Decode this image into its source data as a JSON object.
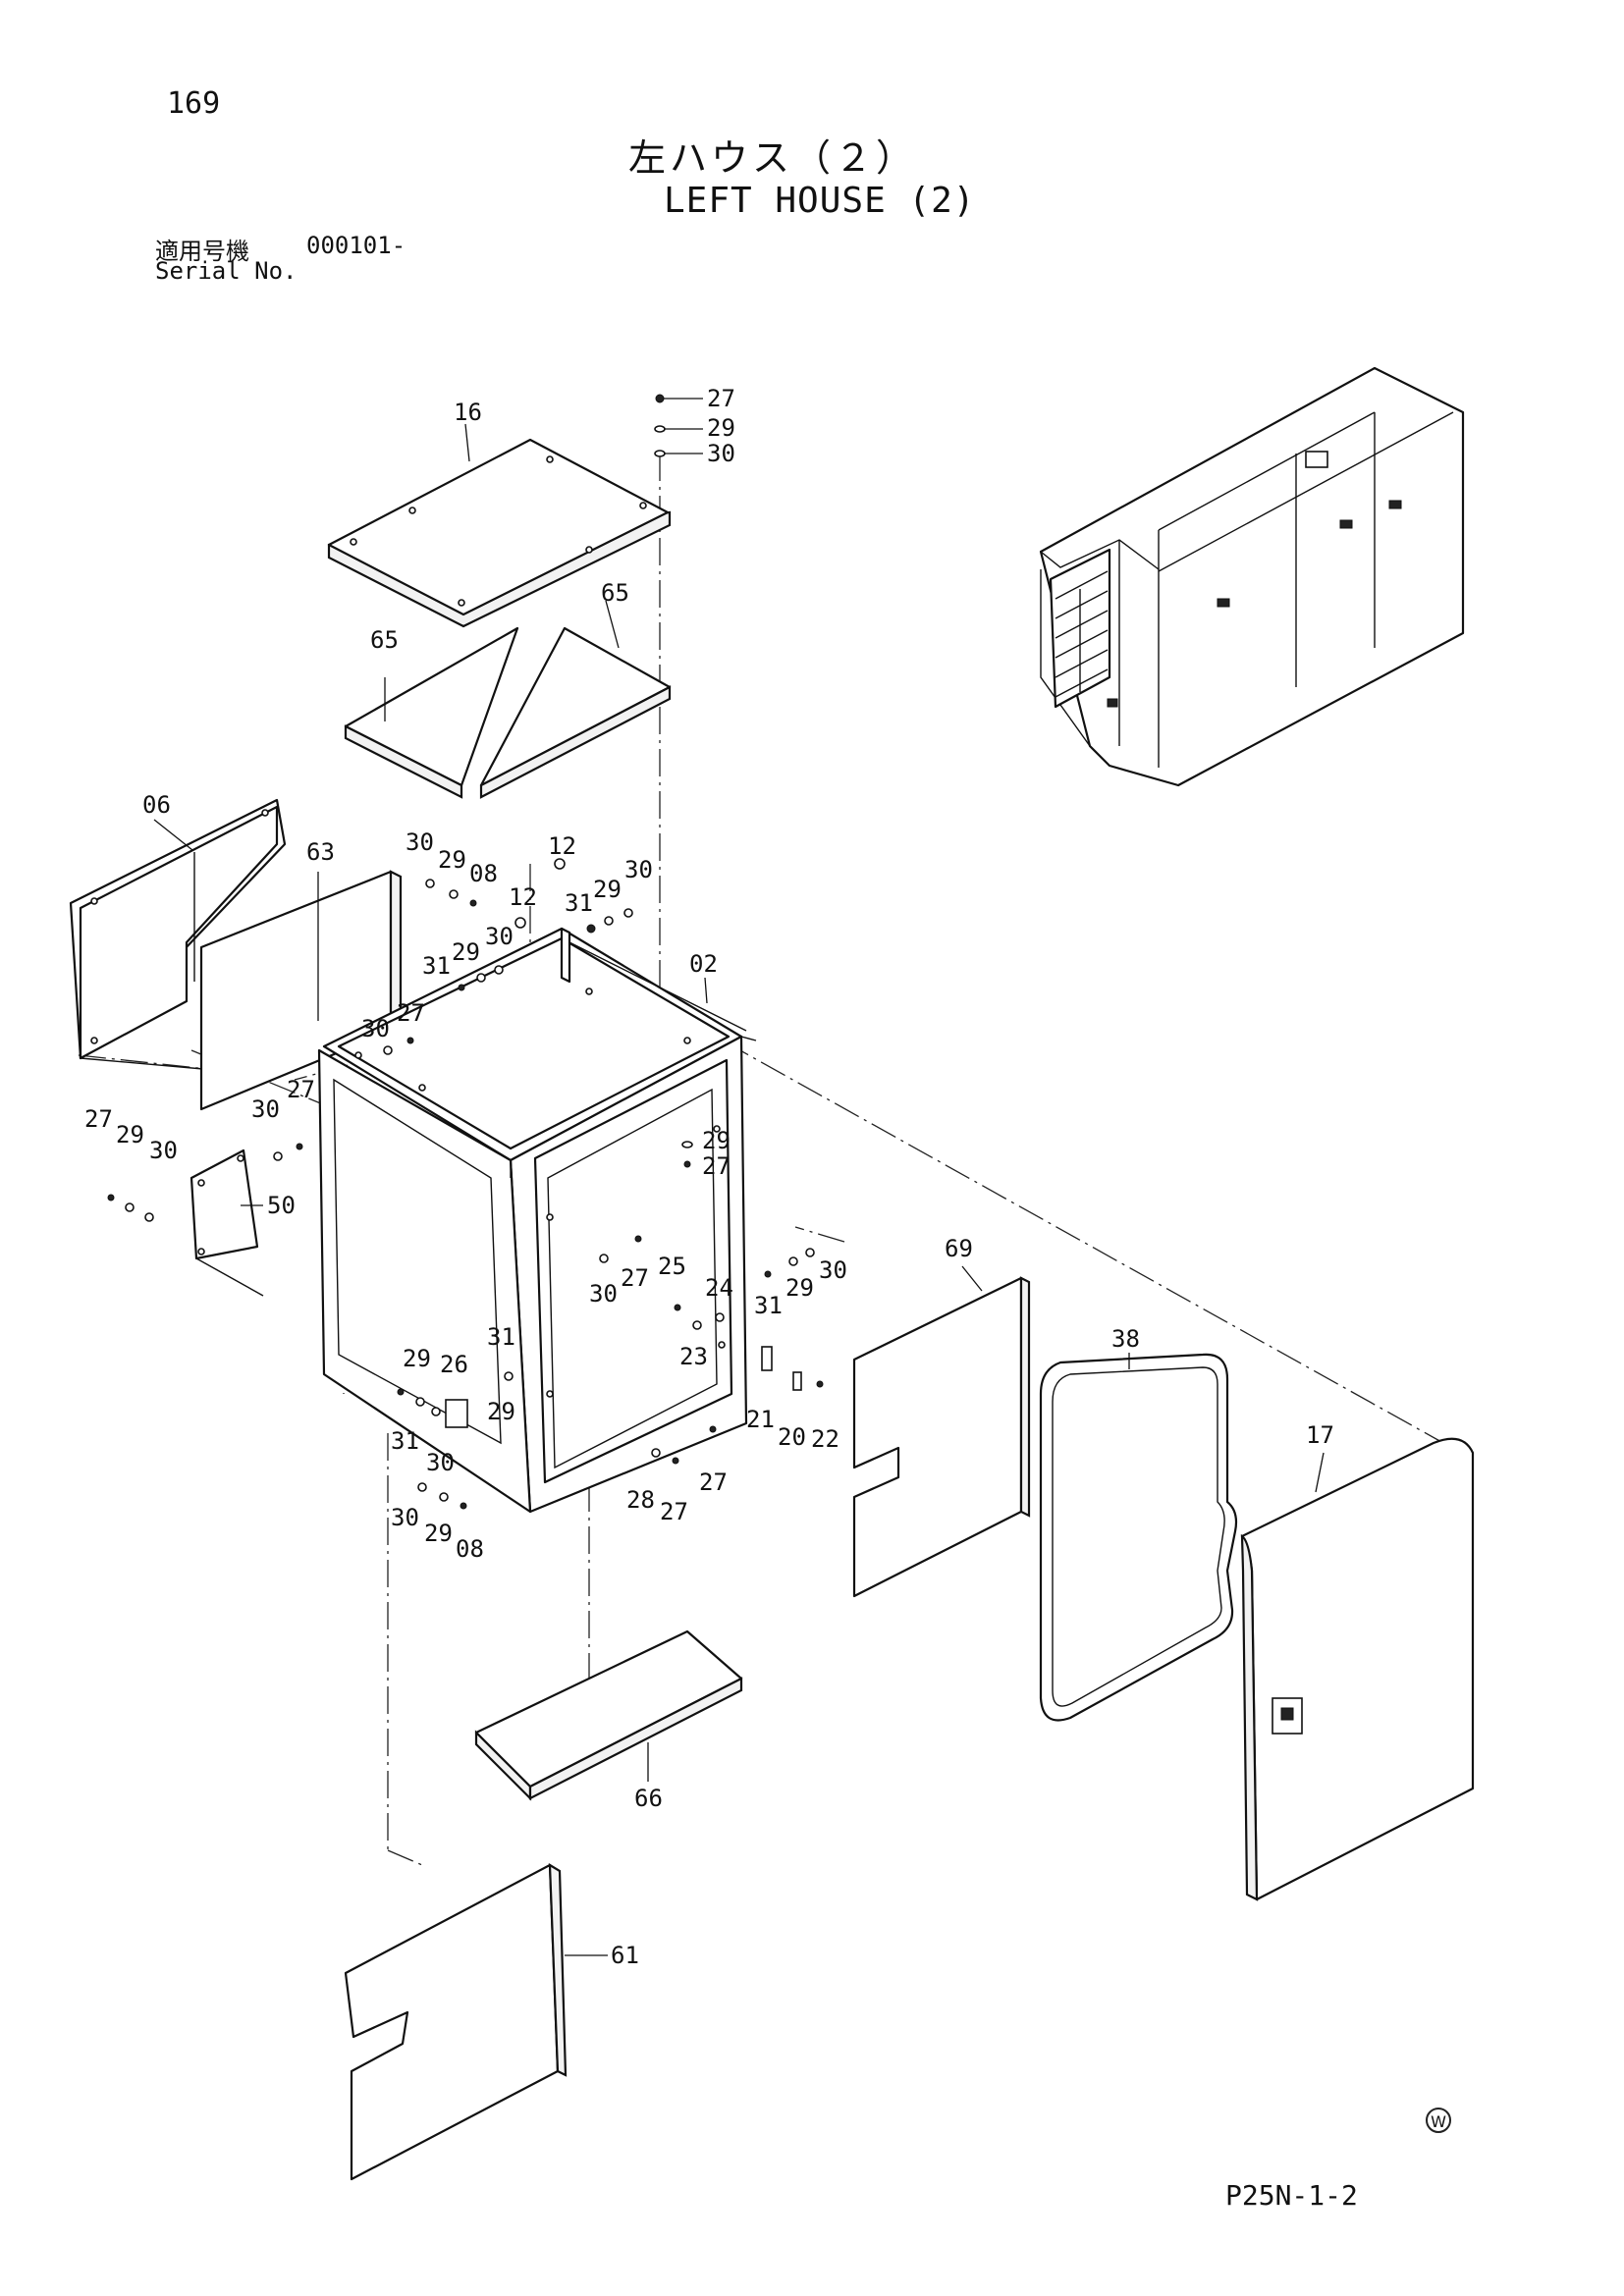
{
  "page_number": "169",
  "title_jp": "左ハウス（２）",
  "title_en": "LEFT HOUSE (2)",
  "serial_label_jp": "適用号機",
  "serial_value": "000101-",
  "serial_label_en": "Serial No.",
  "drawing_code": "P25N-1-2",
  "corner_mark": "W",
  "callouts": [
    {
      "id": "c16",
      "text": "16"
    },
    {
      "id": "c27a",
      "text": "27"
    },
    {
      "id": "c29a",
      "text": "29"
    },
    {
      "id": "c30a",
      "text": "30"
    },
    {
      "id": "c65a",
      "text": "65"
    },
    {
      "id": "c65b",
      "text": "65"
    },
    {
      "id": "c06",
      "text": "06"
    },
    {
      "id": "c63",
      "text": "63"
    },
    {
      "id": "c30b",
      "text": "30"
    },
    {
      "id": "c29b",
      "text": "29"
    },
    {
      "id": "c08a",
      "text": "08"
    },
    {
      "id": "c12a",
      "text": "12"
    },
    {
      "id": "c12b",
      "text": "12"
    },
    {
      "id": "c31a",
      "text": "31"
    },
    {
      "id": "c29c",
      "text": "29"
    },
    {
      "id": "c30c",
      "text": "30"
    },
    {
      "id": "c30d",
      "text": "30"
    },
    {
      "id": "c31b",
      "text": "31"
    },
    {
      "id": "c29d",
      "text": "29"
    },
    {
      "id": "c02",
      "text": "02"
    },
    {
      "id": "c27b",
      "text": "27"
    },
    {
      "id": "c30e",
      "text": "30"
    },
    {
      "id": "c30f",
      "text": "30"
    },
    {
      "id": "c27c",
      "text": "27"
    },
    {
      "id": "c27d",
      "text": "27"
    },
    {
      "id": "c29e",
      "text": "29"
    },
    {
      "id": "c30g",
      "text": "30"
    },
    {
      "id": "c50",
      "text": "50"
    },
    {
      "id": "c29f",
      "text": "29"
    },
    {
      "id": "c27e",
      "text": "27"
    },
    {
      "id": "c69",
      "text": "69"
    },
    {
      "id": "c30h",
      "text": "30"
    },
    {
      "id": "c27f",
      "text": "27"
    },
    {
      "id": "c25",
      "text": "25"
    },
    {
      "id": "c24",
      "text": "24"
    },
    {
      "id": "c31c",
      "text": "31"
    },
    {
      "id": "c29g",
      "text": "29"
    },
    {
      "id": "c30i",
      "text": "30"
    },
    {
      "id": "c23",
      "text": "23"
    },
    {
      "id": "c38",
      "text": "38"
    },
    {
      "id": "c31d",
      "text": "31"
    },
    {
      "id": "c29h",
      "text": "29"
    },
    {
      "id": "c26",
      "text": "26"
    },
    {
      "id": "c29i",
      "text": "29"
    },
    {
      "id": "c31e",
      "text": "31"
    },
    {
      "id": "c30j",
      "text": "30"
    },
    {
      "id": "c21",
      "text": "21"
    },
    {
      "id": "c20",
      "text": "20"
    },
    {
      "id": "c22",
      "text": "22"
    },
    {
      "id": "c17",
      "text": "17"
    },
    {
      "id": "c27g",
      "text": "27"
    },
    {
      "id": "c28",
      "text": "28"
    },
    {
      "id": "c27h",
      "text": "27"
    },
    {
      "id": "c30k",
      "text": "30"
    },
    {
      "id": "c29j",
      "text": "29"
    },
    {
      "id": "c08b",
      "text": "08"
    },
    {
      "id": "c66",
      "text": "66"
    },
    {
      "id": "c61",
      "text": "61"
    }
  ]
}
